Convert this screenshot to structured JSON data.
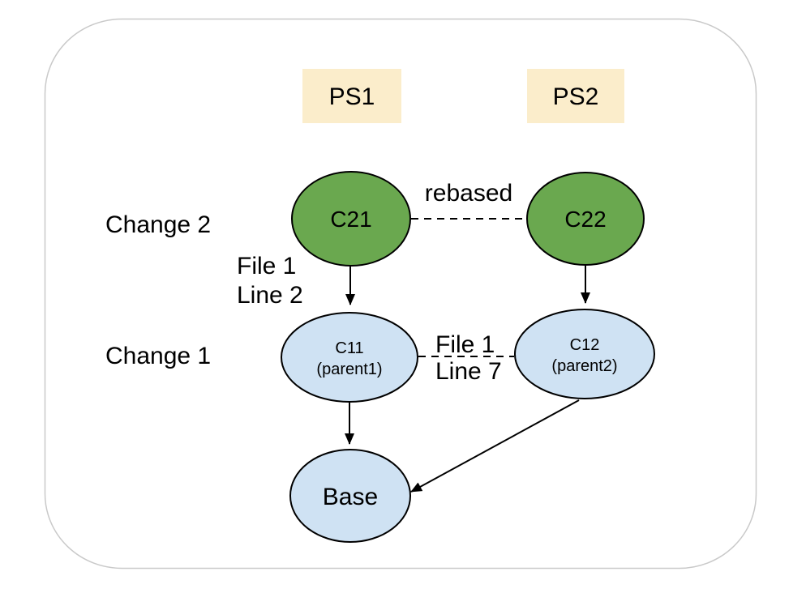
{
  "diagram": {
    "patchsets": {
      "ps1": "PS1",
      "ps2": "PS2"
    },
    "rows": {
      "change2": "Change 2",
      "change1": "Change 1"
    },
    "nodes": {
      "c21": {
        "label": "C21"
      },
      "c22": {
        "label": "C22"
      },
      "c11": {
        "label": "C11",
        "sublabel": "(parent1)"
      },
      "c12": {
        "label": "C12",
        "sublabel": "(parent2)"
      },
      "base": {
        "label": "Base"
      }
    },
    "labels": {
      "rebased": "rebased",
      "edge_c21_c11": {
        "line1": "File 1",
        "line2": "Line 2"
      },
      "edge_c11_c12": {
        "line1": "File 1",
        "line2": "Line 7"
      }
    },
    "colors": {
      "patchset_fill": "#FBEDCB",
      "new_patchset_node_fill": "#6AA84F",
      "old_patchset_node_fill": "#CFE2F3",
      "node_stroke": "#000000",
      "frame_stroke": "#C9C9C9"
    }
  }
}
